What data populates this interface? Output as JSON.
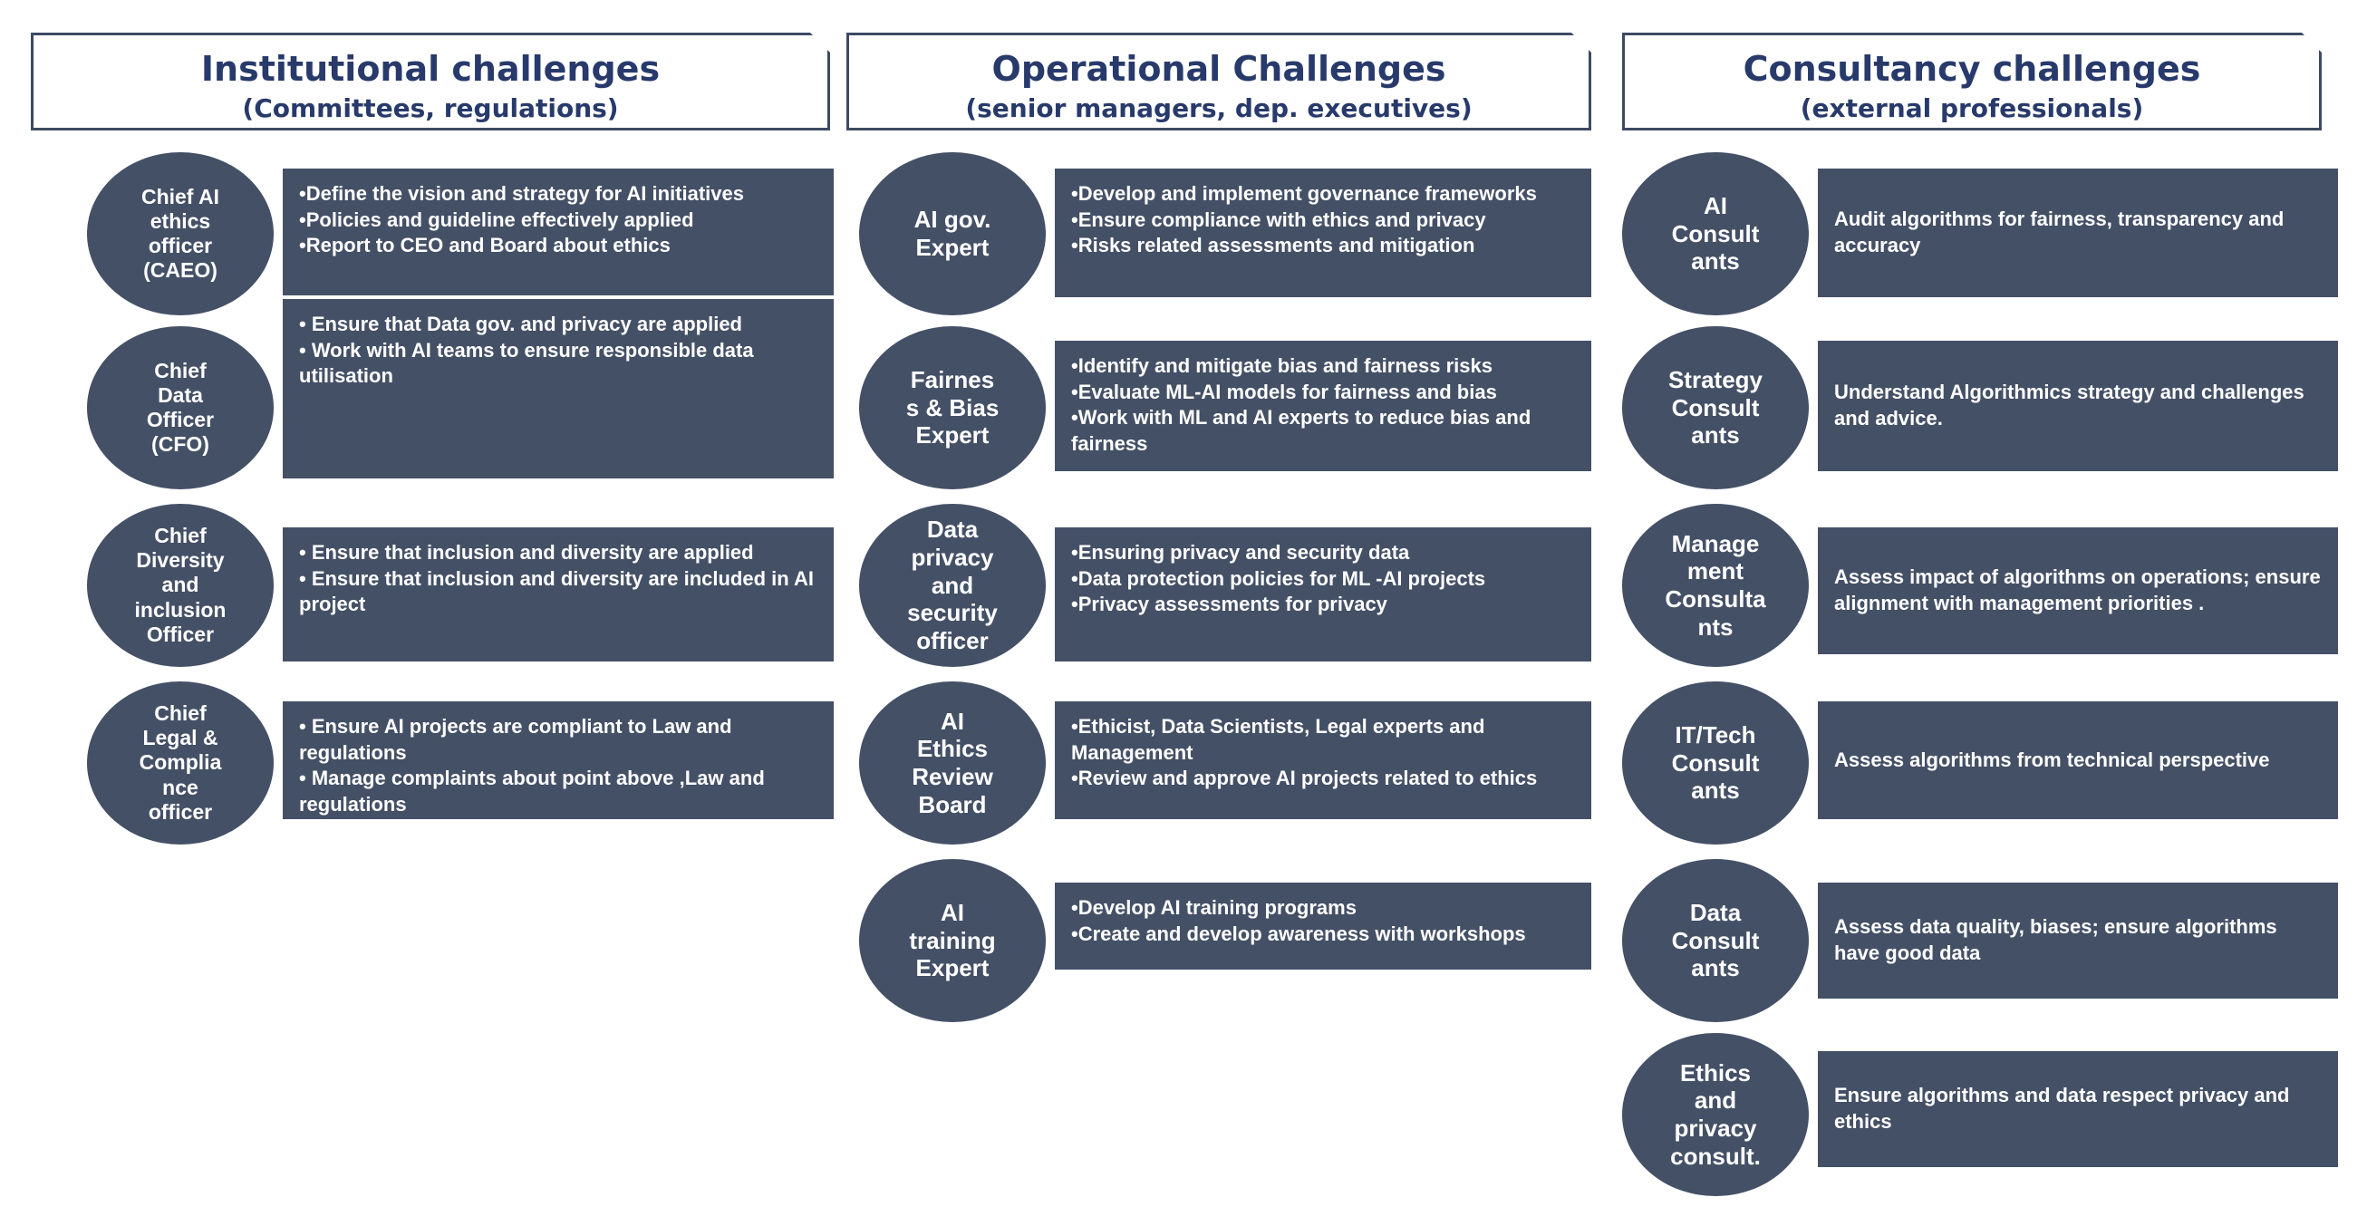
{
  "columns": [
    {
      "title": "Institutional challenges",
      "subtitle": "(Committees, regulations)",
      "roles": [
        {
          "name": [
            "Chief AI",
            "ethics",
            "officer",
            "(CAEO)"
          ],
          "bullets": [
            "•Define the vision and strategy for AI initiatives",
            "•Policies and guideline effectively applied",
            "•Report to CEO and Board about ethics"
          ]
        },
        {
          "name": [
            "Chief",
            "Data",
            "Officer",
            "(CFO)"
          ],
          "bullets": [
            "•     Ensure that Data gov. and privacy are applied",
            "•     Work with AI teams to ensure responsible data utilisation"
          ]
        },
        {
          "name": [
            "Chief",
            "Diversity",
            "and",
            "inclusion",
            "Officer"
          ],
          "bullets": [
            "•     Ensure that inclusion and diversity are applied",
            "•     Ensure that inclusion and diversity are included in AI project"
          ]
        },
        {
          "name": [
            "Chief",
            "Legal &",
            "Complia",
            "nce",
            "officer"
          ],
          "bullets": [
            "•     Ensure AI projects are compliant to Law and regulations",
            "•     Manage complaints about point above ,Law and regulations"
          ]
        }
      ]
    },
    {
      "title": "Operational Challenges",
      "subtitle": "(senior managers, dep. executives)",
      "roles": [
        {
          "name": [
            "AI gov.",
            "Expert"
          ],
          "bullets": [
            "•Develop and implement governance frameworks",
            "•Ensure compliance with ethics and privacy",
            "•Risks related assessments and mitigation"
          ]
        },
        {
          "name": [
            "Fairnes",
            "s & Bias",
            "Expert"
          ],
          "bullets": [
            "•Identify and mitigate bias and fairness risks",
            "•Evaluate ML-AI models for fairness and bias",
            "•Work with ML and AI experts to reduce bias and fairness"
          ]
        },
        {
          "name": [
            "Data",
            "privacy",
            "and",
            "security",
            "officer"
          ],
          "bullets": [
            "•Ensuring privacy and security data",
            "•Data protection policies for ML -AI projects",
            "•Privacy assessments for privacy"
          ]
        },
        {
          "name": [
            "AI",
            "Ethics",
            "Review",
            "Board"
          ],
          "bullets": [
            "•Ethicist, Data Scientists, Legal experts and Management",
            "•Review and approve AI projects related to ethics"
          ]
        },
        {
          "name": [
            "AI",
            "training",
            "Expert"
          ],
          "bullets": [
            "•Develop AI training programs",
            "•Create and develop awareness with workshops"
          ]
        }
      ]
    },
    {
      "title": "Consultancy challenges",
      "subtitle": "(external professionals)",
      "roles": [
        {
          "name": [
            "AI",
            "Consult",
            "ants"
          ],
          "bullets": [
            "Audit algorithms for fairness, transparency and accuracy"
          ]
        },
        {
          "name": [
            "Strategy",
            "Consult",
            "ants"
          ],
          "bullets": [
            "Understand Algorithmics strategy and challenges and advice."
          ]
        },
        {
          "name": [
            "Manage",
            "ment",
            "Consulta",
            "nts"
          ],
          "bullets": [
            "Assess impact of algorithms on operations; ensure alignment with management priorities ."
          ]
        },
        {
          "name": [
            "IT/Tech",
            "Consult",
            "ants"
          ],
          "bullets": [
            "Assess algorithms from technical perspective"
          ]
        },
        {
          "name": [
            "Data",
            "Consult",
            "ants"
          ],
          "bullets": [
            "Assess data quality, biases; ensure algorithms have good data"
          ]
        },
        {
          "name": [
            "Ethics",
            "and",
            "privacy",
            "consult."
          ],
          "bullets": [
            "Ensure algorithms and data respect privacy and ethics"
          ]
        }
      ]
    }
  ]
}
